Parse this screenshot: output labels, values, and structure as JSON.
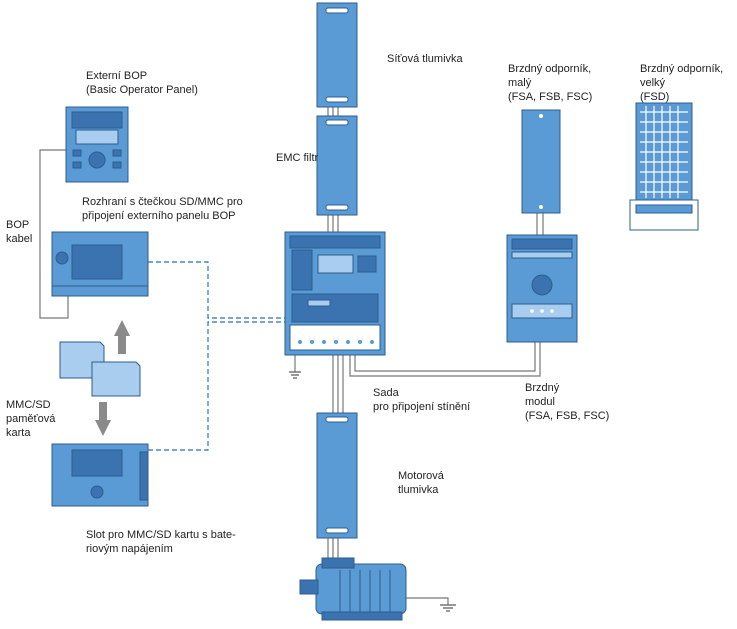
{
  "labels": {
    "sitova_tlumivka": "Síťová tlumivka",
    "emc_filtr": "EMC filtr",
    "externi_bop_line1": "Externí BOP",
    "externi_bop_line2": "(Basic Operator Panel)",
    "rozhrani_line1": "Rozhraní s čtečkou SD/MMC pro",
    "rozhrani_line2": "připojení externího panelu BOP",
    "bop_kabel_line1": "BOP",
    "bop_kabel_line2": "kabel",
    "mmc_line1": "MMC/SD",
    "mmc_line2": "paměťová",
    "mmc_line3": "karta",
    "slot_line1": "Slot pro MMC/SD kartu s bate-",
    "slot_line2": "riovým napájením",
    "odpornik_maly_line1": "Brzdný odporník,",
    "odpornik_maly_line2": "malý",
    "odpornik_maly_line3": "(FSA, FSB, FSC)",
    "odpornik_velky_line1": "Brzdný odporník,",
    "odpornik_velky_line2": "velký",
    "odpornik_velky_line3": "(FSD)",
    "sada_line1": "Sada",
    "sada_line2": "pro připojení stínění",
    "modul_line1": "Brzdný",
    "modul_line2": "modul",
    "modul_line3": "(FSA, FSB, FSC)",
    "motorova_line1": "Motorová",
    "motorova_line2": "tlumivka"
  },
  "colors": {
    "device_fill": "#5b9bd5",
    "device_stroke": "#2c5d8f",
    "device_dark": "#3a73b0",
    "panel_light": "#a9cdef",
    "dashed_line": "#2a6db5",
    "connector_line": "#777777",
    "arrow_gray": "#8a8a8a"
  }
}
